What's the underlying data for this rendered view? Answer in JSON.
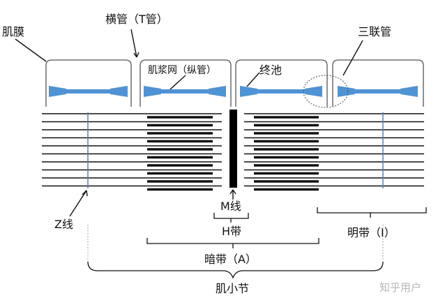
{
  "labels": {
    "sarcolemma": "肌膜",
    "t_tubule": "横管（T管）",
    "sarcoplasmic_reticulum": "肌浆网（纵管）",
    "terminal_cisterna": "终池",
    "triad": "三联管",
    "z_line": "Z线",
    "m_line": "M线",
    "h_band": "H带",
    "i_band": "明带（I）",
    "a_band": "暗带（A）",
    "sarcomere": "肌小节"
  },
  "watermark": "知乎用户",
  "colors": {
    "reticulum_blue": "#4f93d4",
    "line": "#111111",
    "z_line": "#5b7fb0"
  }
}
